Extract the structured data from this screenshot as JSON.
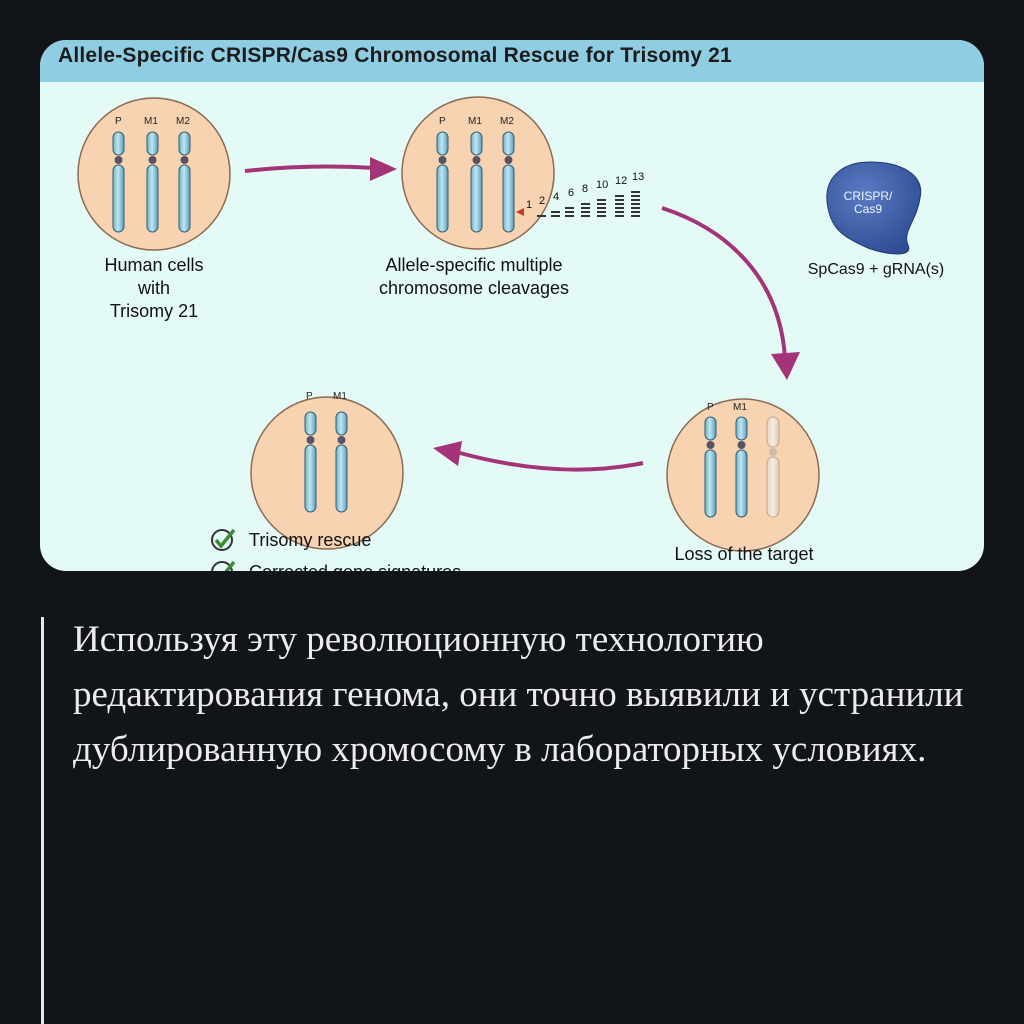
{
  "figure": {
    "title": "Allele-Specific CRISPR/Cas9 Chromosomal Rescue for Trisomy 21",
    "chromosome_labels": {
      "p": "P",
      "m1": "M1",
      "m2": "M2"
    },
    "steps": {
      "start": "Human cells\nwith\nTrisomy 21",
      "cleave": "Allele-specific multiple\nchromosome cleavages",
      "loss": "Loss of the target",
      "rescue": "Trisomy rescue",
      "signatures": "Corrected gene signatures"
    },
    "cleavage_numbers": [
      "1",
      "2",
      "4",
      "6",
      "8",
      "10",
      "12",
      "13"
    ],
    "cas9": {
      "label": "CRISPR/\nCas9",
      "caption": "SpCas9 + gRNA(s)"
    },
    "colors": {
      "title_bar": "#8fcde3",
      "background": "#e3faf6",
      "cell": "#f8d3b2",
      "arrow": "#a33477",
      "cas9": "#3d5da8",
      "check": "#3f8b35"
    }
  },
  "article": {
    "text": " Используя эту революционную технологию редактирования генома, они точно выявили и устранили дублированную хромосому в лабораторных условиях."
  }
}
